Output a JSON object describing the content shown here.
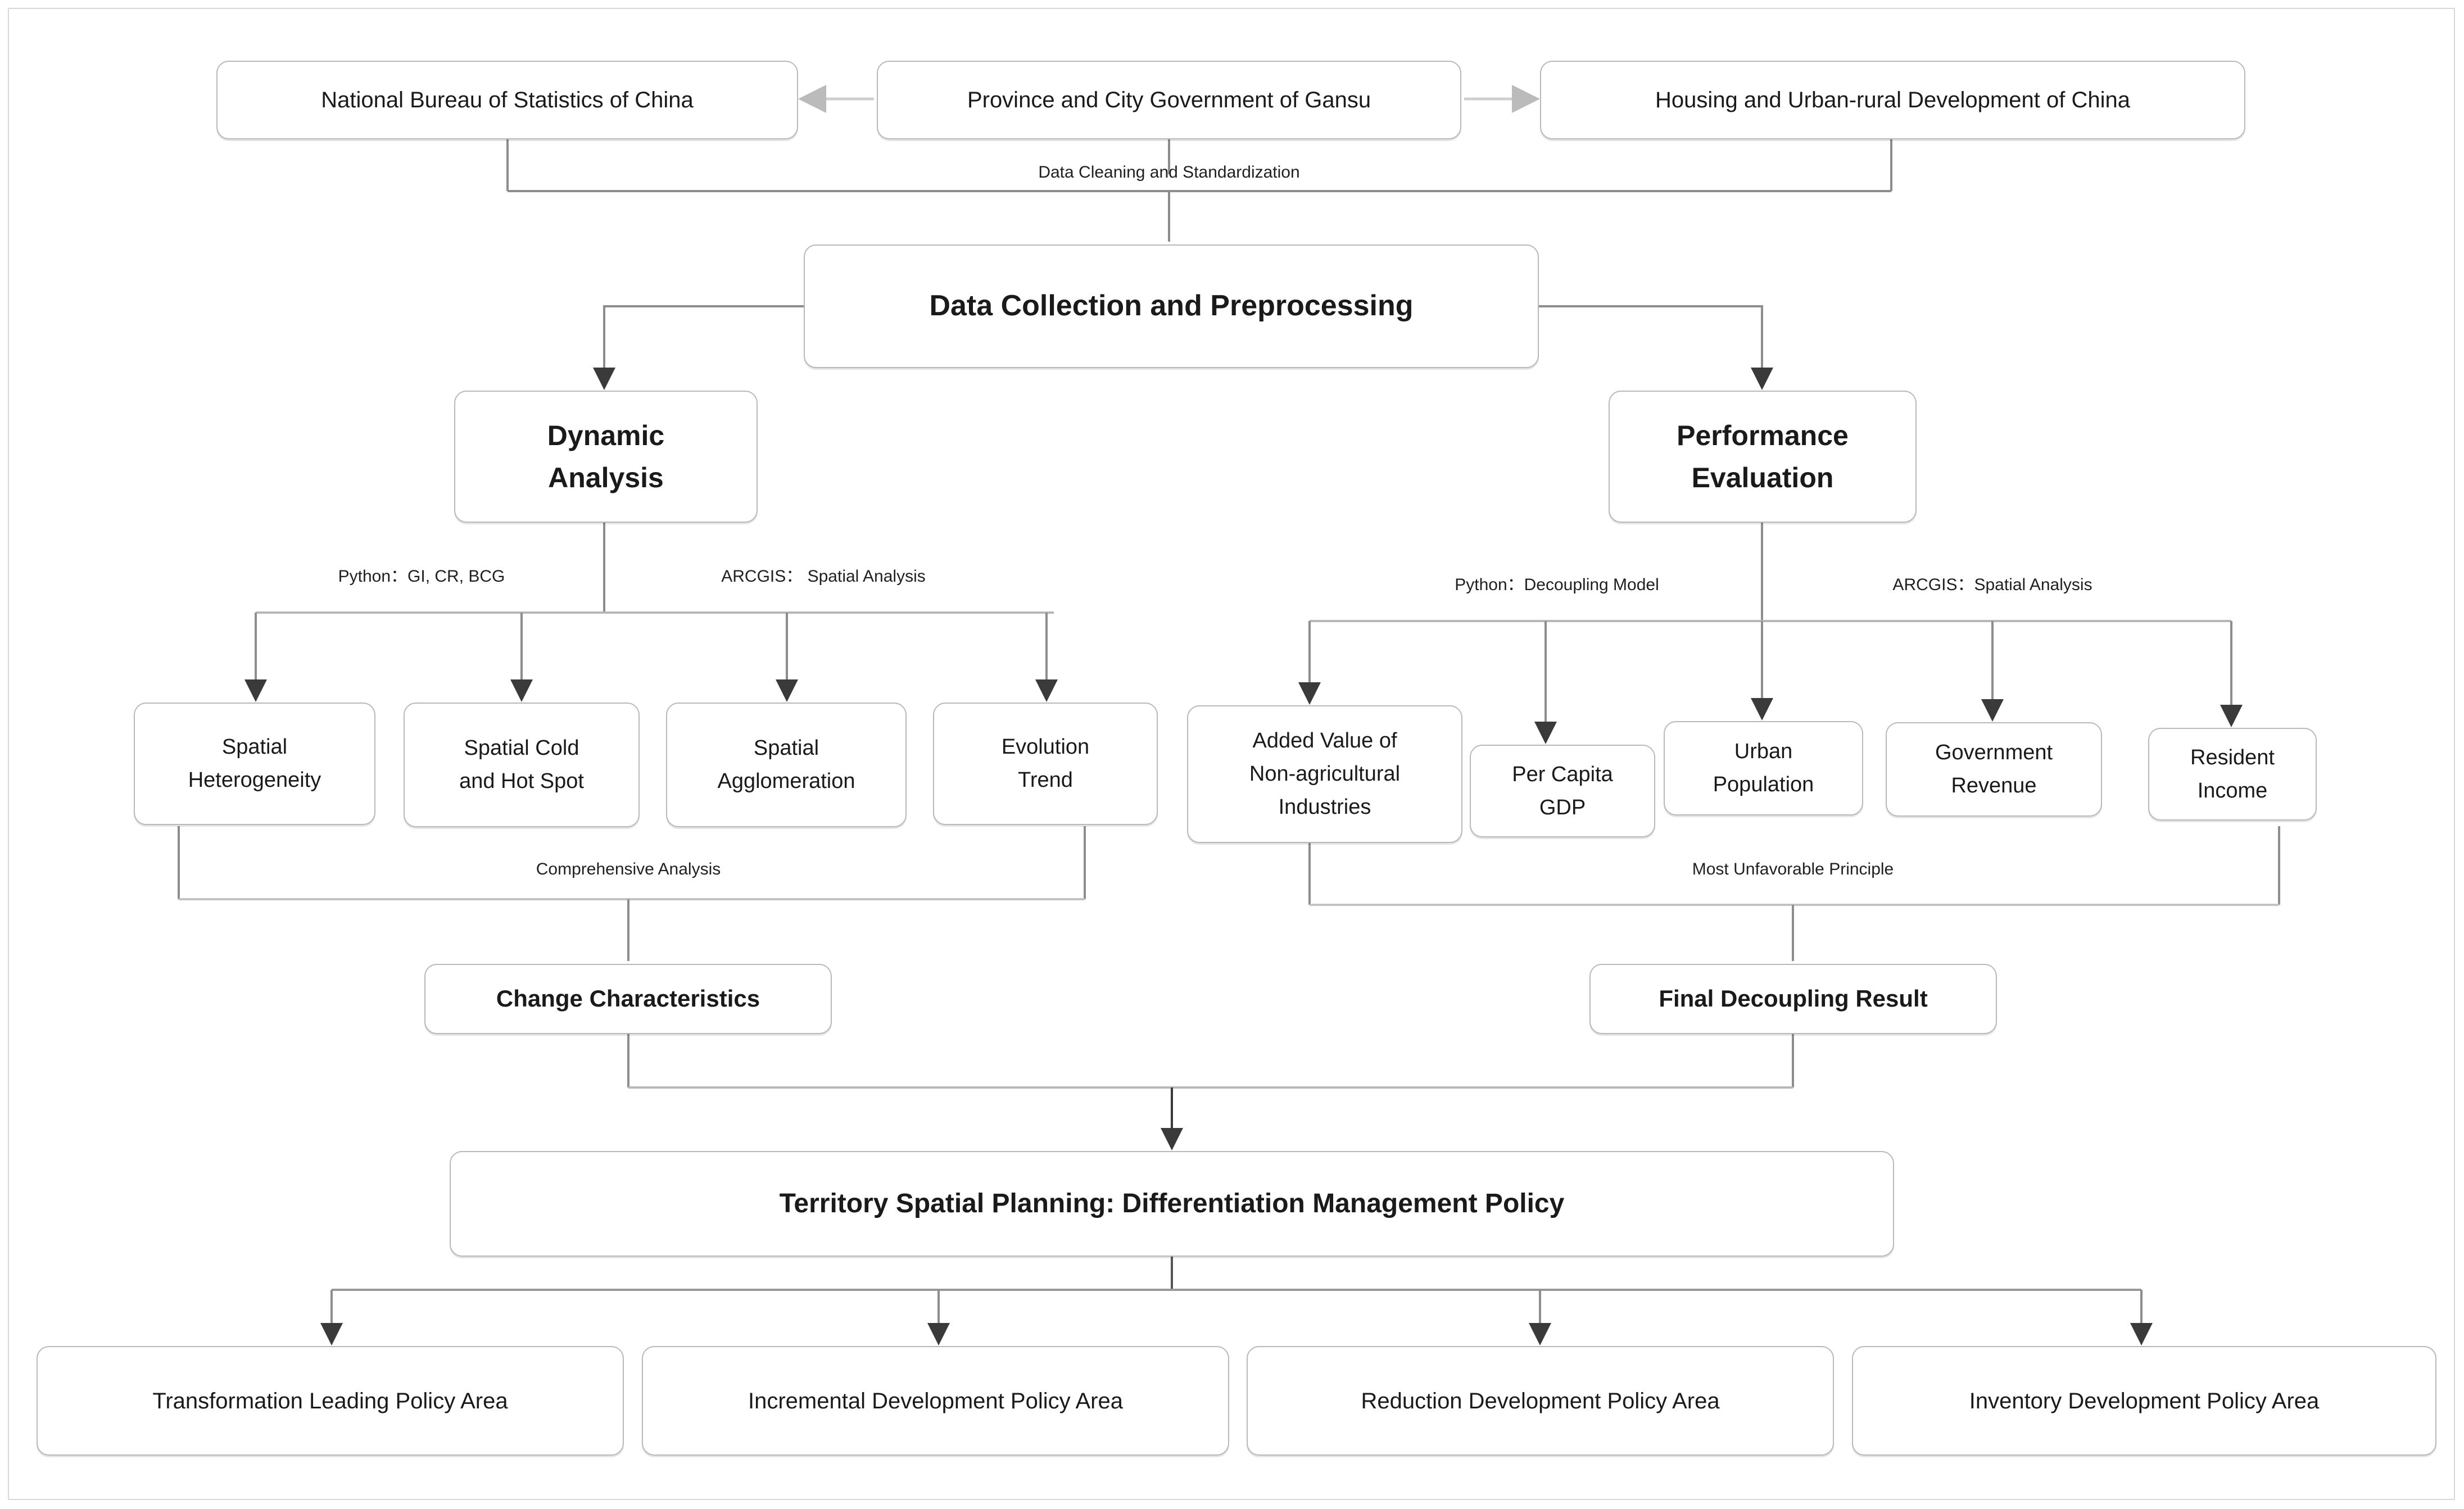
{
  "diagram": {
    "title": "Research framework flowchart",
    "colors": {
      "box_border": "#b9b9b9",
      "edge": "#8d8d8d",
      "edge_dark": "#555555",
      "text": "#1a1a1a",
      "frame": "#d8d8d8"
    },
    "sources": [
      {
        "id": "src-nbs",
        "label": "National Bureau of Statistics of China"
      },
      {
        "id": "src-gansu",
        "label": "Province and City Government of Gansu"
      },
      {
        "id": "src-housing",
        "label": "Housing and Urban-rural Development of  China"
      }
    ],
    "edge_labels": {
      "data_cleaning": "Data Cleaning and Standardization",
      "dynamic_python": "Python：GI, CR, BCG",
      "dynamic_arcgis": "ARCGIS： Spatial Analysis",
      "performance_python": "Python：Decoupling Model",
      "performance_arcgis": "ARCGIS：Spatial Analysis",
      "comprehensive": "Comprehensive Analysis",
      "most_unfavorable": "Most Unfavorable Principle"
    },
    "main": {
      "label": "Data Collection and Preprocessing"
    },
    "branches": [
      {
        "id": "branch-dynamic",
        "line1": "Dynamic",
        "line2": "Analysis"
      },
      {
        "id": "branch-performance",
        "line1": "Performance",
        "line2": "Evaluation"
      }
    ],
    "dynamic_leaves": [
      {
        "id": "leaf-spatial-heterogeneity",
        "line1": "Spatial",
        "line2": "Heterogeneity"
      },
      {
        "id": "leaf-spatial-cold-hot-spot",
        "line1": "Spatial Cold",
        "line2": "and Hot Spot"
      },
      {
        "id": "leaf-spatial-agglomeration",
        "line1": "Spatial",
        "line2": "Agglomeration"
      },
      {
        "id": "leaf-evolution-trend",
        "line1": "Evolution",
        "line2": "Trend"
      }
    ],
    "performance_leaves": [
      {
        "id": "leaf-added-value",
        "line1": "Added Value of",
        "line2": "Non-agricultural",
        "line3": "Industries"
      },
      {
        "id": "leaf-per-capita-gdp",
        "line1": "Per Capita",
        "line2": "GDP"
      },
      {
        "id": "leaf-urban-population",
        "line1": "Urban",
        "line2": "Population"
      },
      {
        "id": "leaf-government-revenue",
        "line1": "Government",
        "line2": "Revenue"
      },
      {
        "id": "leaf-resident-income",
        "line1": "Resident",
        "line2": "Income"
      }
    ],
    "results": [
      {
        "id": "result-change-characteristics",
        "label": "Change Characteristics"
      },
      {
        "id": "result-final-decoupling",
        "label": "Final Decoupling Result"
      }
    ],
    "policy": {
      "label": "Territory Spatial Planning: Differentiation Management Policy"
    },
    "policy_areas": [
      {
        "id": "area-transformation",
        "label": "Transformation Leading Policy Area"
      },
      {
        "id": "area-incremental",
        "label": "Incremental Development Policy Area"
      },
      {
        "id": "area-reduction",
        "label": "Reduction Development Policy Area"
      },
      {
        "id": "area-inventory",
        "label": "Inventory Development Policy Area"
      }
    ]
  }
}
